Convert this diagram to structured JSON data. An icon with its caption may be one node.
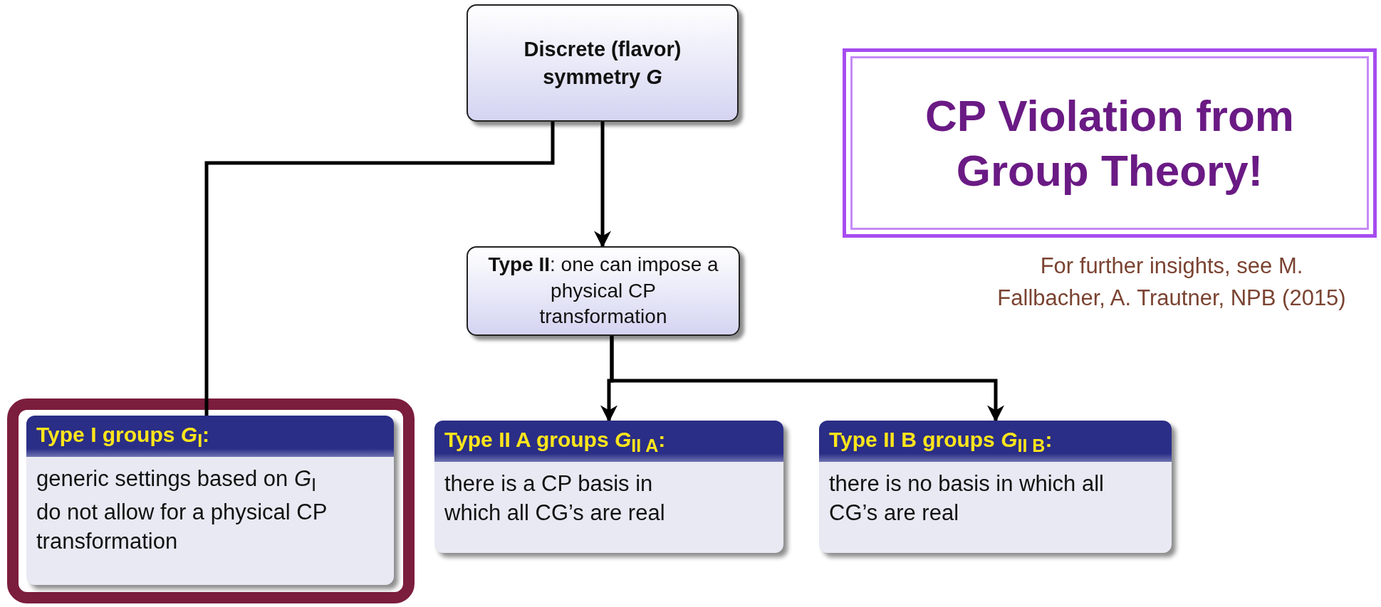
{
  "diagram": {
    "nodes": [
      {
        "text": [
          "Discrete (flavor) symmetry *G*"
        ]
      },
      {
        "text": [
          "CP Violation from Group Theory!"
        ]
      },
      {
        "text": [
          "**Type II**: one can impose a physical CP transformation"
        ]
      },
      {
        "text": [
          "Type I groups *G*$_{I}$:",
          "generic settings based on *G*$_{I}$ do not allow for a physical CP transformation"
        ]
      },
      {
        "text": [
          "Type II A groups *G*$_{II A}$:",
          "there is a CP basis in which all CG’s are real"
        ]
      },
      {
        "text": [
          "Type II B groups *G*$_{II B}$:",
          "there is no basis in which all CG’s are real"
        ]
      }
    ],
    "edges": [
      {
        "from": 0,
        "to": 2,
        "arrow": "to"
      },
      {
        "from": 0,
        "to": 3,
        "arrow": "none"
      },
      {
        "from": 2,
        "to": 4,
        "arrow": "to"
      },
      {
        "from": 2,
        "to": 5,
        "arrow": "to"
      }
    ],
    "labels": [
      "For further insights, see M. Fallbacher,  A. Trautner, NPB (2015)"
    ]
  }
}
